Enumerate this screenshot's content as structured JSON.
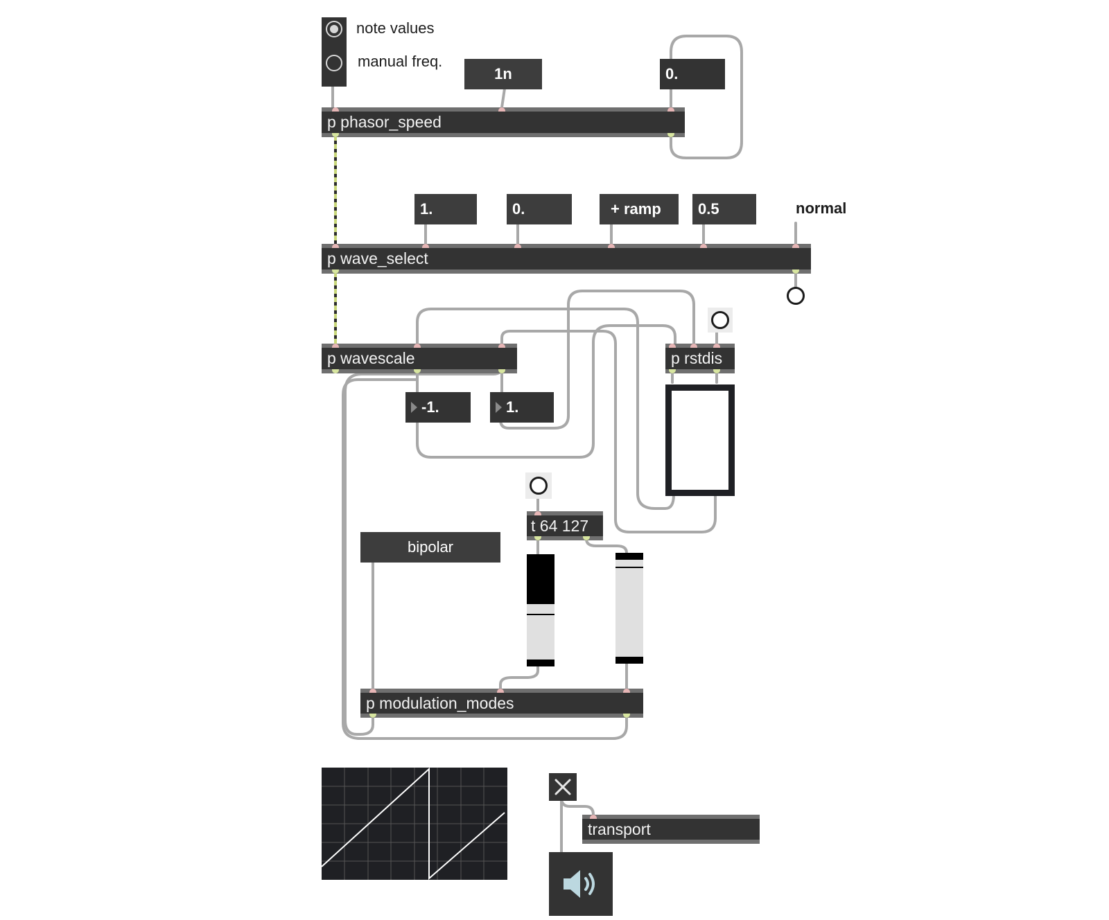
{
  "radio": {
    "options": [
      "note values",
      "manual freq."
    ],
    "selected_index": 0
  },
  "messages": {
    "rate": "1n",
    "one": "1.",
    "zero": "0.",
    "ramp": "+ ramp",
    "half": "0.5",
    "bipolar": "bipolar"
  },
  "numbers": {
    "manual_freq": "0.",
    "min": "-1.",
    "max": "1."
  },
  "comments": {
    "wave_mode": "normal"
  },
  "objects": {
    "phasor_speed": "p phasor_speed",
    "wave_select": "p wave_select",
    "wavescale": "p wavescale",
    "rstdis": "p rstdis",
    "trigger": "t 64 127",
    "modulation_modes": "p modulation_modes",
    "transport": "transport"
  },
  "sliders": {
    "left_level": 0.5,
    "right_level": 1.0
  },
  "scope": {
    "waveform": "sawtooth"
  },
  "icons": {
    "toggle": "close-icon",
    "audio": "speaker-icon"
  },
  "colors": {
    "object_bg": "#333333",
    "wire": "#a6a6a6",
    "signal_wire": "#c8d67a"
  }
}
